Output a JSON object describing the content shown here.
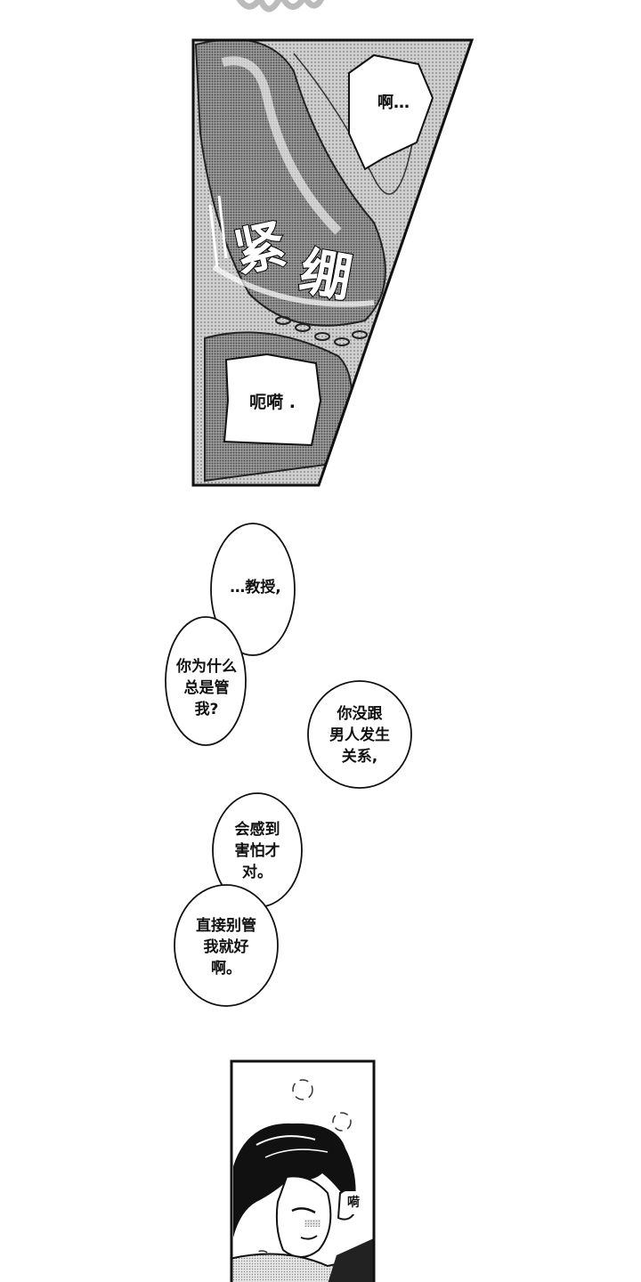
{
  "panel1": {
    "bubble_top": "啊…",
    "bubble_bottom": "呃嗬 .",
    "sfx": [
      "紧",
      "绷"
    ]
  },
  "middle_bubbles": [
    {
      "text": "…教授,"
    },
    {
      "text": "你为什么\n总是管\n我?"
    },
    {
      "text": "你没跟\n男人发生\n关系,"
    },
    {
      "text": "会感到\n害怕才\n对。"
    },
    {
      "text": "直接别管\n我就好\n啊。"
    }
  ],
  "panel2": {
    "sfx": "嗬"
  }
}
